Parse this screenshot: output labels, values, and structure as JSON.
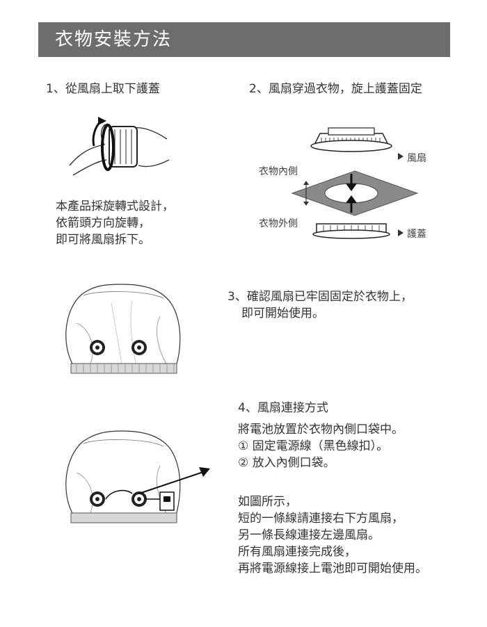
{
  "header": {
    "title": "衣物安裝方法"
  },
  "step1": {
    "heading": "1、從風扇上取下護蓋",
    "desc": [
      "本產品採旋轉式設計，",
      "依箭頭方向旋轉，",
      "即可將風扇拆下。"
    ]
  },
  "step2": {
    "heading": "2、風扇穿過衣物，旋上護蓋固定",
    "label_fan": "風扇",
    "label_inside": "衣物內側",
    "label_outside": "衣物外側",
    "label_cover": "護蓋"
  },
  "step3": {
    "lines": [
      "3、確認風扇已牢固固定於衣物上，",
      "即可開始使用。"
    ]
  },
  "step4": {
    "heading": "4、風扇連接方式",
    "lines": [
      "將電池放置於衣物內側口袋中。",
      "① 固定電源線（黑色線扣）。",
      "② 放入內側口袋。"
    ],
    "notes": [
      "如圖所示，",
      "短的一條線請連接右下方風扇，",
      "另一條長線連接左邊風扇。",
      "所有風扇連接完成後，",
      "再將電源線接上電池即可開始使用。"
    ]
  }
}
